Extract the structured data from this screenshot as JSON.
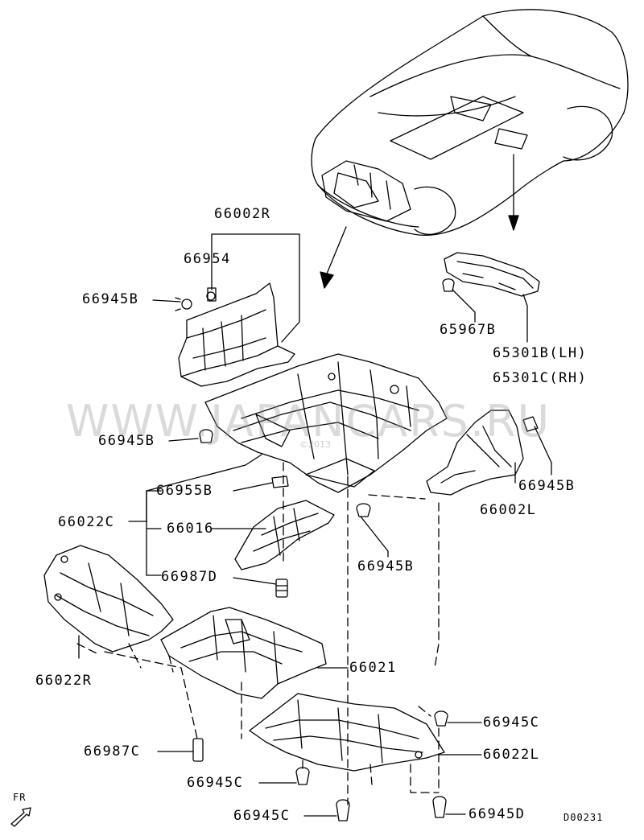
{
  "watermark": {
    "text": "WWW.JAPANCARS.RU",
    "sub": "©2013"
  },
  "labels": {
    "p66002R": "66002R",
    "p66954": "66954",
    "p66945B_a": "66945B",
    "p66945B_b": "66945B",
    "p66945B_c": "66945B",
    "p66945B_d": "66945B",
    "p65967B": "65967B",
    "p65301B": "65301B(LH)",
    "p65301C": "65301C(RH)",
    "p66002L": "66002L",
    "p66955B": "66955B",
    "p66022C": "66022C",
    "p66016": "66016",
    "p66987D": "66987D",
    "p66022R": "66022R",
    "p66021": "66021",
    "p66945C_a": "66945C",
    "p66987C": "66987C",
    "p66022L": "66022L",
    "p66945C_b": "66945C",
    "p66945C_c": "66945C",
    "p66945D": "66945D",
    "fr": "FR",
    "code": "D00231"
  }
}
